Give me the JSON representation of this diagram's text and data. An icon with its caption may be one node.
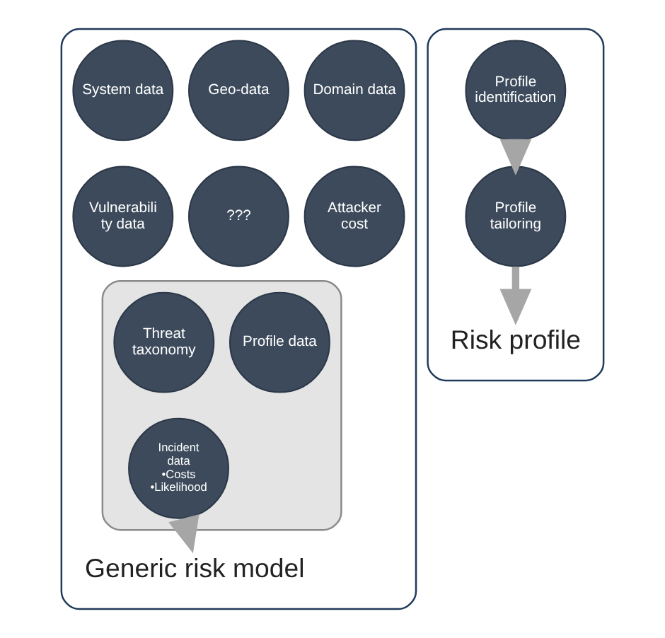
{
  "diagram": {
    "nodes": [
      {
        "text": [],
        "shape": "box"
      },
      {
        "text": [
          "Domain data"
        ],
        "in": 0
      },
      {
        "text": [
          "Geo-data"
        ],
        "in": 0
      },
      {
        "text": [
          "System data"
        ],
        "in": 0
      },
      {
        "text": [
          "Attacker cost"
        ],
        "in": 0
      },
      {
        "text": [
          "???"
        ],
        "in": 0
      },
      {
        "text": [
          "Vulnerabili ty data"
        ],
        "in": 0
      },
      {
        "text": [],
        "shape": "funnel",
        "in": 0
      },
      {
        "text": [
          "Profile data"
        ],
        "in": 7
      },
      {
        "text": [
          "Threat taxonomy"
        ],
        "in": 7
      },
      {
        "text": [
          "Incident data",
          "•Costs",
          "•Likelihood"
        ],
        "in": 7
      },
      {
        "text": [
          "Generic risk model"
        ],
        "in": 0
      },
      {
        "text": [],
        "shape": "box"
      },
      {
        "text": [
          "Profile identification"
        ],
        "in": 12
      },
      {
        "text": [
          "Profile tailoring"
        ],
        "in": 12
      },
      {
        "text": [
          "Risk profile"
        ],
        "in": 12
      }
    ],
    "edges": [
      {
        "from": 7,
        "to": 11,
        "arrow": "to"
      },
      {
        "from": 13,
        "to": 14,
        "arrow": "to"
      },
      {
        "from": 14,
        "to": 15,
        "arrow": "to"
      }
    ]
  }
}
